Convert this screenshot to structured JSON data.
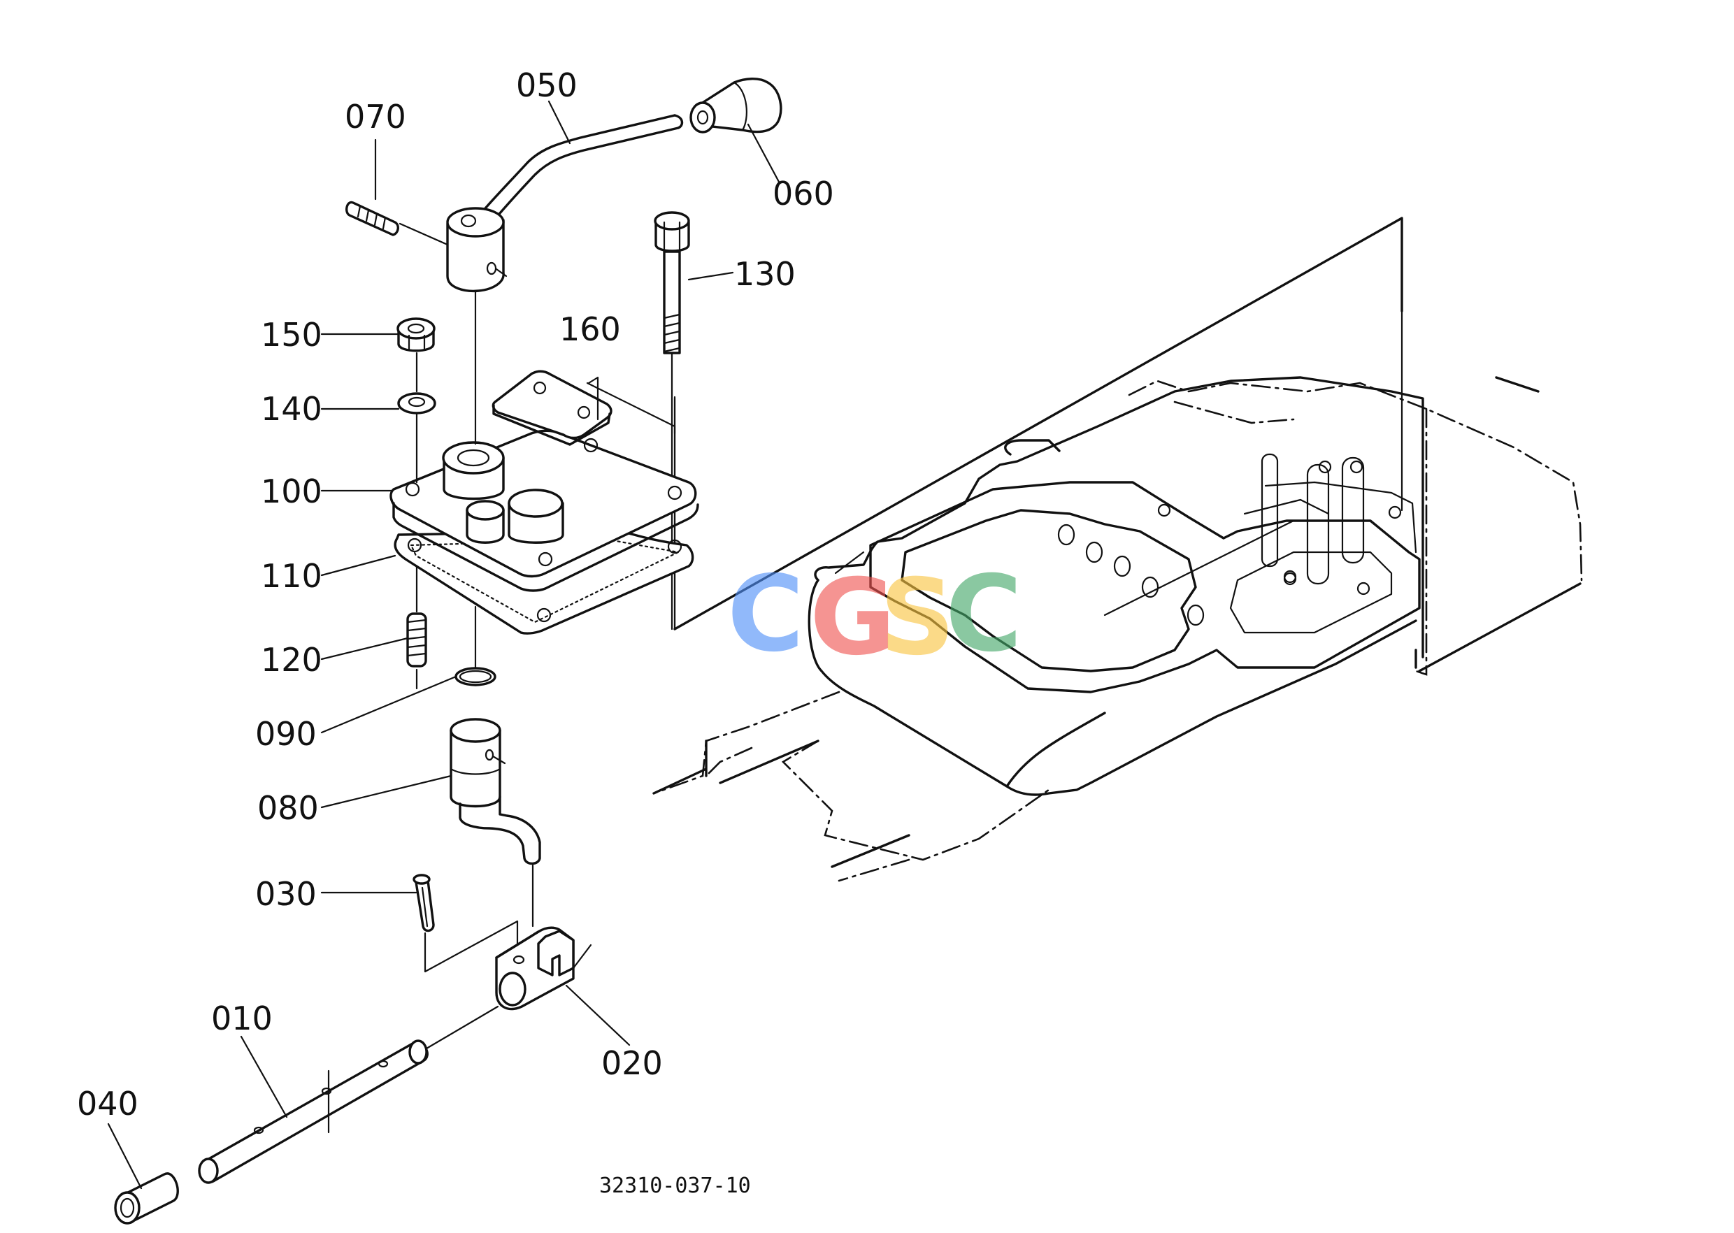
{
  "parts": {
    "p010": "010",
    "p020": "020",
    "p030": "030",
    "p040": "040",
    "p050": "050",
    "p060": "060",
    "p070": "070",
    "p080": "080",
    "p090": "090",
    "p100": "100",
    "p110": "110",
    "p120": "120",
    "p130": "130",
    "p140": "140",
    "p150": "150",
    "p160": "160"
  },
  "drawing_code": "32310-037-10",
  "watermark": {
    "letters": [
      "C",
      "G",
      "S",
      "C"
    ],
    "colors": [
      "#4f8ff7",
      "#ef5350",
      "#f9c440",
      "#43a868"
    ]
  }
}
